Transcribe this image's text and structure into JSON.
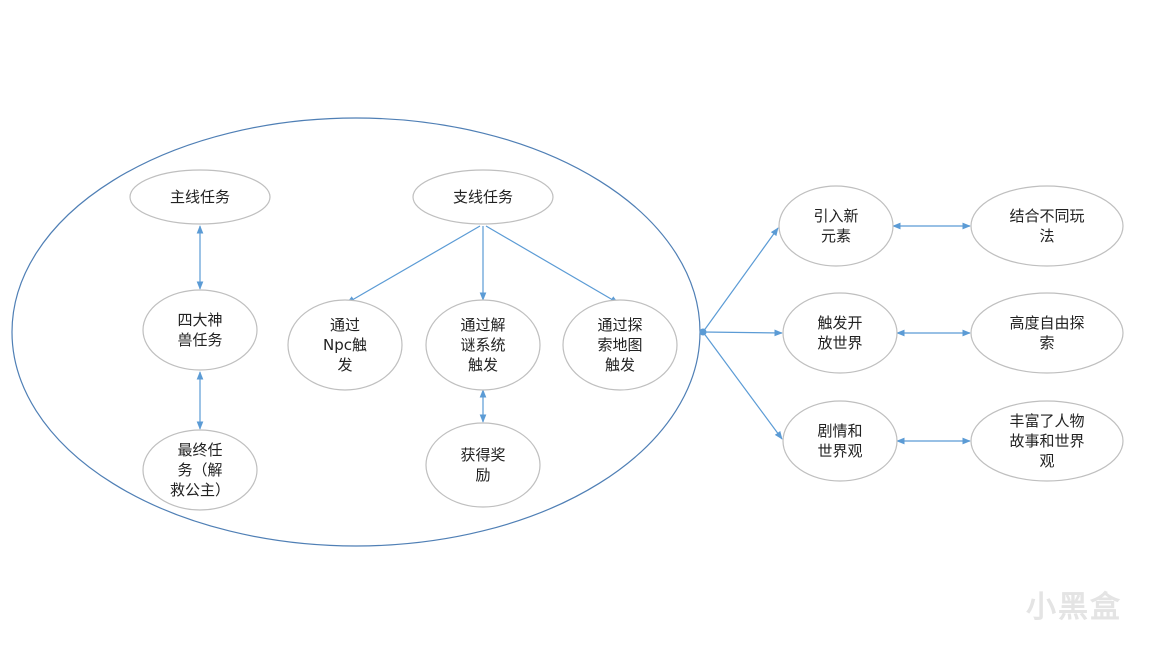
{
  "colors": {
    "edge": "#5b9bd5",
    "outer": "#4f7fb5",
    "node_border": "#bfbfbf"
  },
  "nodes": [
    {
      "id": "main",
      "lines": [
        "主线任务"
      ]
    },
    {
      "id": "side",
      "lines": [
        "支线任务"
      ]
    },
    {
      "id": "beasts",
      "lines": [
        "四大神",
        "兽任务"
      ]
    },
    {
      "id": "final",
      "lines": [
        "最终任",
        "务（解",
        "救公主）"
      ]
    },
    {
      "id": "npc",
      "lines": [
        "通过",
        "Npc触",
        "发"
      ]
    },
    {
      "id": "puzzle",
      "lines": [
        "通过解",
        "谜系统",
        "触发"
      ]
    },
    {
      "id": "explore",
      "lines": [
        "通过探",
        "索地图",
        "触发"
      ]
    },
    {
      "id": "reward",
      "lines": [
        "获得奖",
        "励"
      ]
    },
    {
      "id": "new",
      "lines": [
        "引入新",
        "元素"
      ]
    },
    {
      "id": "combine",
      "lines": [
        "结合不同玩",
        "法"
      ]
    },
    {
      "id": "open",
      "lines": [
        "触发开",
        "放世界"
      ]
    },
    {
      "id": "freedom",
      "lines": [
        "高度自由探",
        "索"
      ]
    },
    {
      "id": "story",
      "lines": [
        "剧情和",
        "世界观"
      ]
    },
    {
      "id": "rich",
      "lines": [
        "丰富了人物",
        "故事和世界",
        "观"
      ]
    }
  ],
  "watermark": "小黑盒"
}
